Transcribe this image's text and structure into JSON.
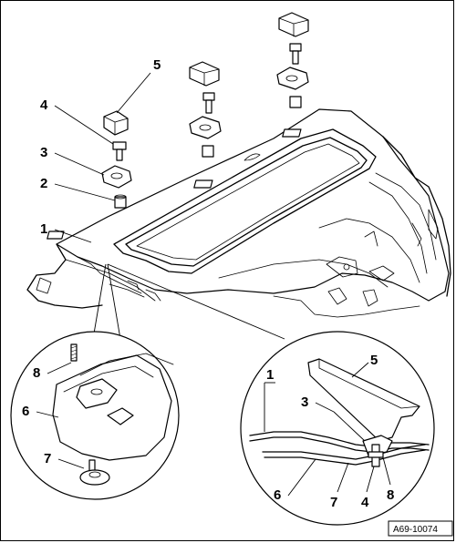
{
  "diagram": {
    "reference_code": "A69-10074",
    "main_labels": {
      "l1": "1",
      "l2": "2",
      "l3": "3",
      "l4": "4",
      "l5": "5"
    },
    "detail_left_labels": {
      "l6": "6",
      "l7": "7",
      "l8": "8"
    },
    "detail_right_labels": {
      "l1": "1",
      "l3": "3",
      "l4": "4",
      "l5": "5",
      "l6": "6",
      "l7": "7",
      "l8": "8"
    }
  }
}
